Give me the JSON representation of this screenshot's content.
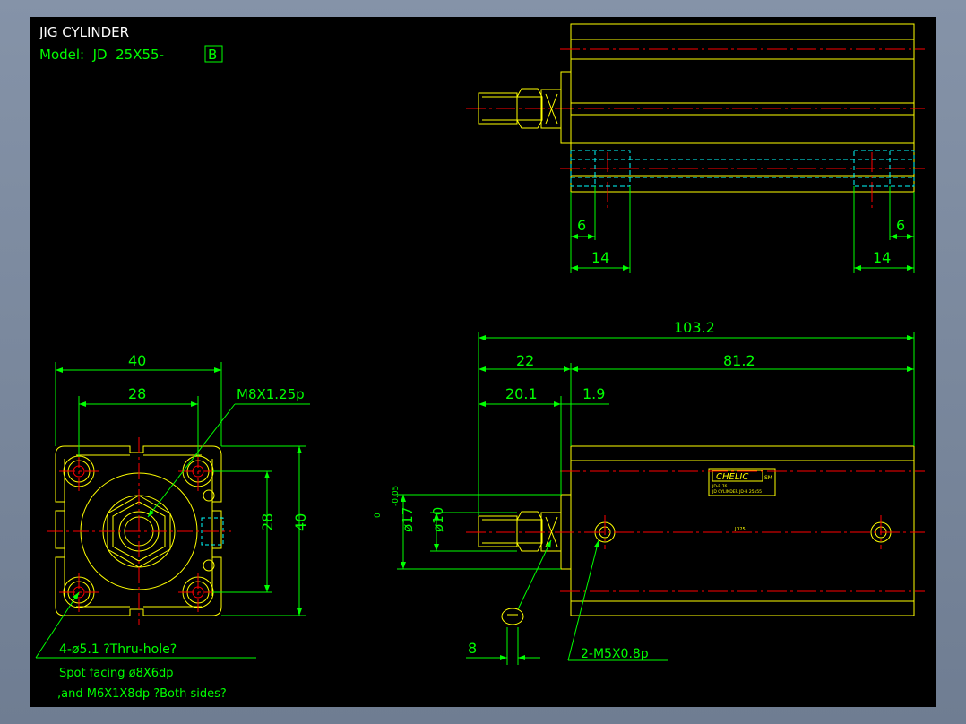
{
  "title": {
    "name": "JIG CYLINDER",
    "model_prefix": "Model:  JD  25X55-",
    "model_suffix": "B"
  },
  "top_view": {
    "dim_left_small": "6",
    "dim_left_large": "14",
    "dim_right_small": "6",
    "dim_right_large": "14"
  },
  "front_view": {
    "dim_width_outer": "40",
    "dim_width_inner": "28",
    "dim_height_inner": "28",
    "dim_height_outer": "40",
    "thread_callout": "M8X1.25p",
    "hole_note_line1": "4-ø5.1 ?Thru-hole?",
    "hole_note_line2": "Spot facing  ø8X6dp",
    "hole_note_line3": ",and  M6X1X8dp ?Both sides?"
  },
  "side_view": {
    "dim_total": "103.2",
    "dim_rod": "22",
    "dim_body": "81.2",
    "dim_rod_thread": "20.1",
    "dim_flange": "1.9",
    "dim_rod_dia": "ø10",
    "dim_bore_dia": "ø17",
    "tol_upper": "0",
    "tol_lower": "-0.05",
    "dim_wrench": "8",
    "port_callout": "2-M5X0.8p",
    "label_brand": "CHELIC",
    "label_brand_sub": "SM",
    "label_line1": "JD-E 76",
    "label_line2": "JD CYLINDER  JD-B  25x55",
    "body_marking": "JD25"
  },
  "colors": {
    "background": "#000000",
    "outline": "#ffff00",
    "dimension": "#00ff00",
    "centerline": "#ff0000",
    "hidden": "#00ffff",
    "title_text": "#ffffff"
  }
}
